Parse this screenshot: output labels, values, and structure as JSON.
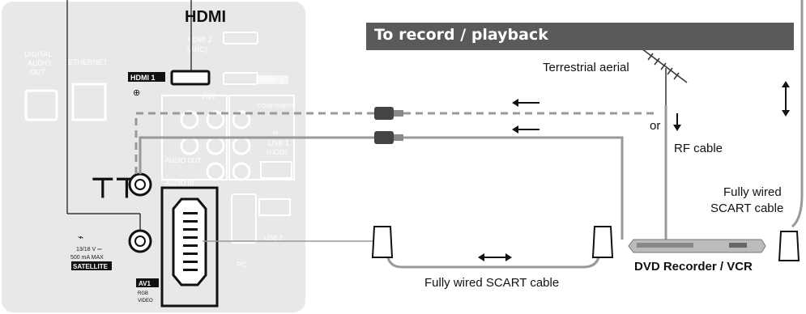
{
  "banner": {
    "title": "To record / playback"
  },
  "panel": {
    "hdmi_logo": "HDMI",
    "hdmi2": "HDMI 2",
    "hdmi2_arc": "(ARC)",
    "hdmi1": "HDMI 1",
    "hdmi3": "HDMI 3",
    "digital_audio": [
      "DIGITAL",
      "AUDIO",
      "OUT"
    ],
    "ethernet": "ETHERNET",
    "av2": "AV2",
    "component": "COMPONENT",
    "usb1": "USB 1",
    "usb1_hdd": "(HDD)",
    "audio_out": "AUDIO OUT",
    "audio_in": "AUDIO IN",
    "pc": "PC",
    "usb2": "USB 2",
    "sat_voltage": "13/18 V ⎓",
    "sat_current": "500 mA  MAX",
    "satellite": "SATELLITE",
    "av1": "AV1",
    "av1_rgb": "RGB",
    "av1_video": "VIDEO"
  },
  "labels": {
    "terrestrial_aerial": "Terrestrial aerial",
    "or": "or",
    "rf_cable": "RF cable",
    "fully_wired_right_1": "Fully wired",
    "fully_wired_right_2": "SCART cable",
    "device": "DVD Recorder / VCR",
    "fully_wired_bottom": "Fully wired SCART cable"
  }
}
